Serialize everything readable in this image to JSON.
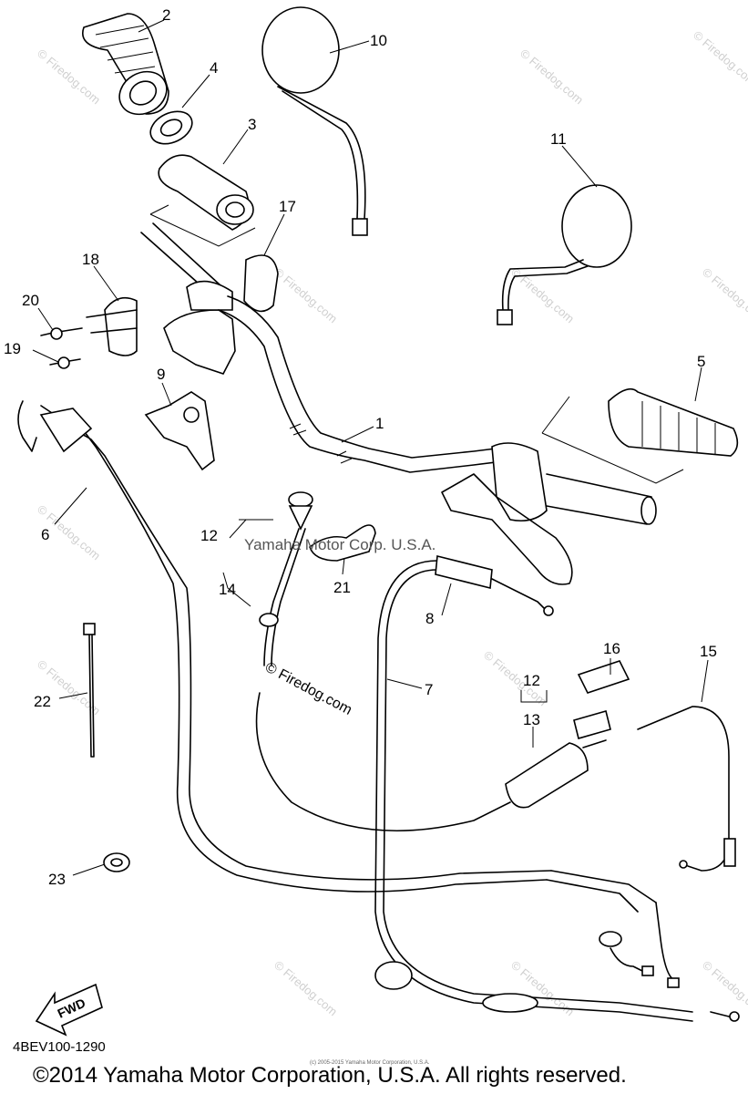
{
  "diagram": {
    "part_numbers": [
      "1",
      "2",
      "3",
      "4",
      "5",
      "6",
      "7",
      "8",
      "9",
      "10",
      "11",
      "12",
      "13",
      "14",
      "15",
      "16",
      "17",
      "18",
      "19",
      "20",
      "21",
      "22",
      "23"
    ],
    "fwd_label": "FWD",
    "diagram_code": "4BEV100-1290",
    "copyright": "©2014 Yamaha Motor Corporation, U.S.A. All rights reserved.",
    "small_copyright": "(c) 2005-2015 Yamaha Motor Corporation, U.S.A.",
    "watermark_center": "Yamaha Motor Corp. U.S.A.",
    "watermark_firedog": "© Firedog.com",
    "watermark_tile": "© Firedog.com"
  }
}
